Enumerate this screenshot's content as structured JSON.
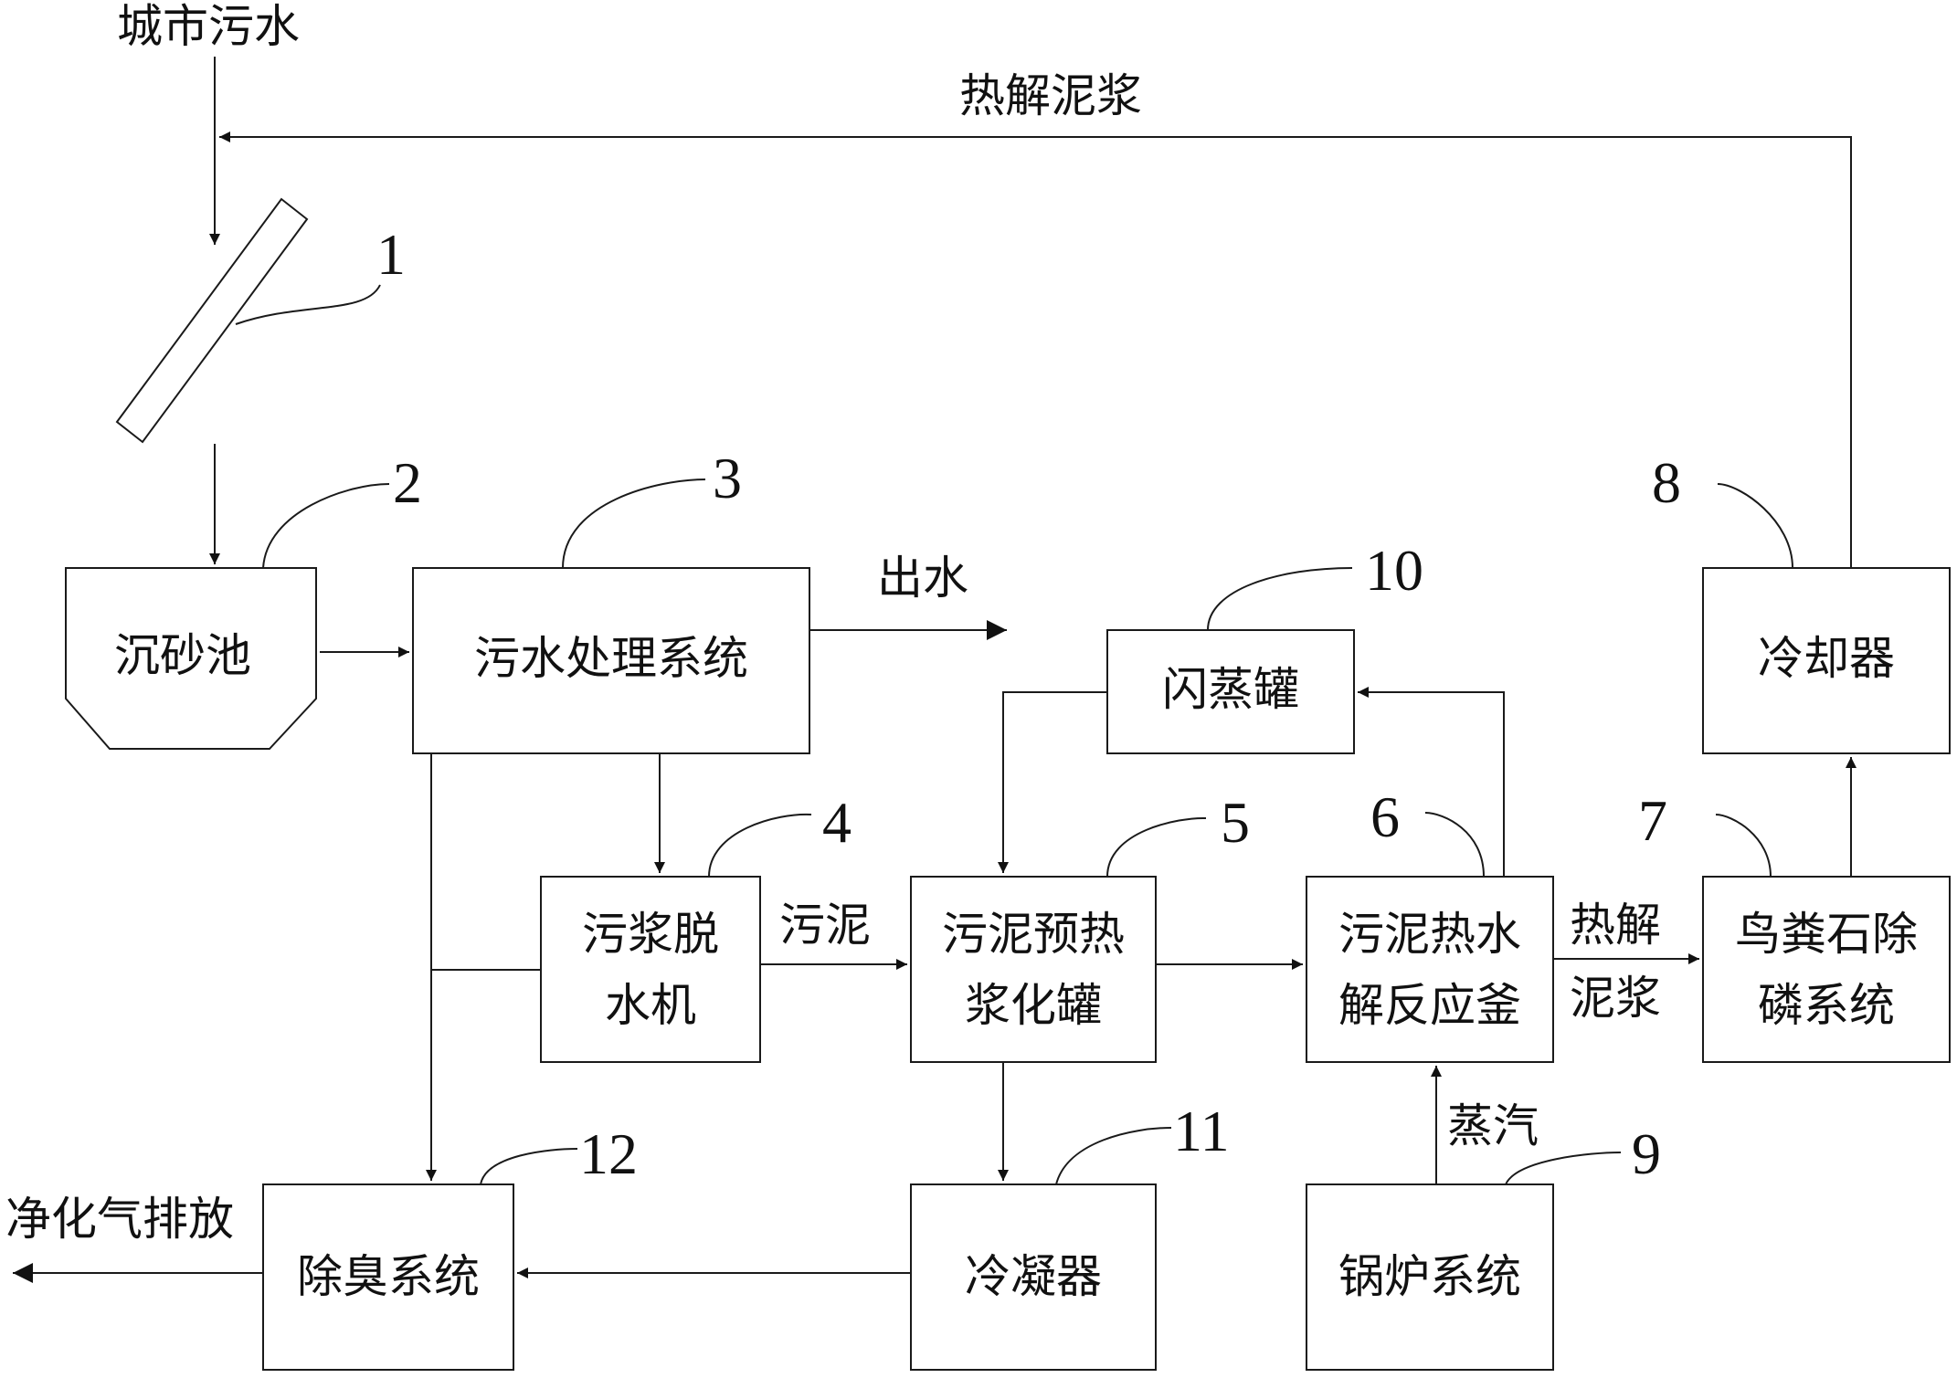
{
  "inputs": {
    "urban_sewage": "城市污水",
    "pyrolysis_slurry_return": "热解泥浆"
  },
  "boxes": {
    "grit_chamber": "沉砂池",
    "sewage_treatment": "污水处理系统",
    "dewatering_line1": "污浆脱",
    "dewatering_line2": "水机",
    "preheat_line1": "污泥预热",
    "preheat_line2": "浆化罐",
    "hydrolysis_line1": "污泥热水",
    "hydrolysis_line2": "解反应釜",
    "struvite_line1": "鸟粪石除",
    "struvite_line2": "磷系统",
    "cooler": "冷却器",
    "flash_tank": "闪蒸罐",
    "condenser": "冷凝器",
    "deodorization": "除臭系统",
    "boiler": "锅炉系统"
  },
  "flow_labels": {
    "effluent": "出水",
    "sludge": "污泥",
    "pyro_line1": "热解",
    "pyro_line2": "泥浆",
    "steam": "蒸汽",
    "purified_gas": "净化气排放"
  },
  "numbers": {
    "n1": "1",
    "n2": "2",
    "n3": "3",
    "n4": "4",
    "n5": "5",
    "n6": "6",
    "n7": "7",
    "n8": "8",
    "n9": "9",
    "n10": "10",
    "n11": "11",
    "n12": "12"
  }
}
